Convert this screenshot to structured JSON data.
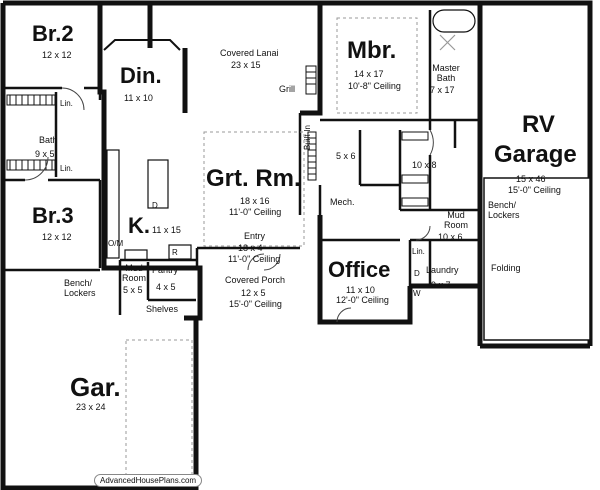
{
  "rooms": {
    "br2": {
      "name": "Br.2",
      "dim": "12 x 12"
    },
    "din": {
      "name": "Din.",
      "dim": "11 x 10"
    },
    "lanai": {
      "name": "Covered Lanai",
      "dim": "23 x 15"
    },
    "grill": "Grill",
    "mbr": {
      "name": "Mbr.",
      "dim": "14 x 17",
      "ceiling": "10'-8\" Ceiling"
    },
    "mbath": {
      "name": "Master Bath",
      "dim": "7 x 17"
    },
    "rv": {
      "name1": "RV",
      "name2": "Garage",
      "dim": "15 x 46",
      "ceiling": "15'-0\" Ceiling"
    },
    "bath": {
      "name": "Bath",
      "dim": "9 x 5"
    },
    "lin1": "Lin.",
    "lin2": "Lin.",
    "lin3": "Lin.",
    "builtin": "Built-In",
    "wic1": {
      "dim": "5 x 6"
    },
    "wic2": {
      "dim": "10 x 8"
    },
    "grt": {
      "name": "Grt. Rm.",
      "dim": "18 x 16",
      "ceiling": "11'-0\" Ceiling"
    },
    "mech": "Mech.",
    "br3": {
      "name": "Br.3",
      "dim": "12 x 12"
    },
    "kit": {
      "name": "K.",
      "dim": "11 x 15"
    },
    "dish": "D",
    "om": "O/M",
    "fridge": "R",
    "entry": {
      "name": "Entry",
      "dim": "18 x 4",
      "ceiling": "11'-0\" Ceiling"
    },
    "mudroom_r": {
      "name": "Mud Room",
      "dim": "10 x 6"
    },
    "bench_r": "Bench/ Lockers",
    "office": {
      "name": "Office",
      "dim": "11 x 10",
      "ceiling": "12'-0\" Ceiling"
    },
    "laundry": {
      "name": "Laundry",
      "dim": "9 x 7",
      "d": "D",
      "w": "W"
    },
    "folding": "Folding",
    "bench_l": "Bench/ Lockers",
    "mudroom_l": {
      "name": "Mud Room",
      "dim": "5 x 5"
    },
    "pantry": {
      "name": "Pantry",
      "dim": "4 x 5"
    },
    "porch": {
      "name": "Covered Porch",
      "dim": "12 x 5",
      "ceiling": "15'-0\" Ceiling"
    },
    "shelves": "Shelves",
    "gar": {
      "name": "Gar.",
      "dim": "23 x 24"
    }
  },
  "watermark": "AdvancedHousePlans.com",
  "colors": {
    "wall": "#111111",
    "line": "#555555",
    "dash": "#9a9a9a"
  }
}
